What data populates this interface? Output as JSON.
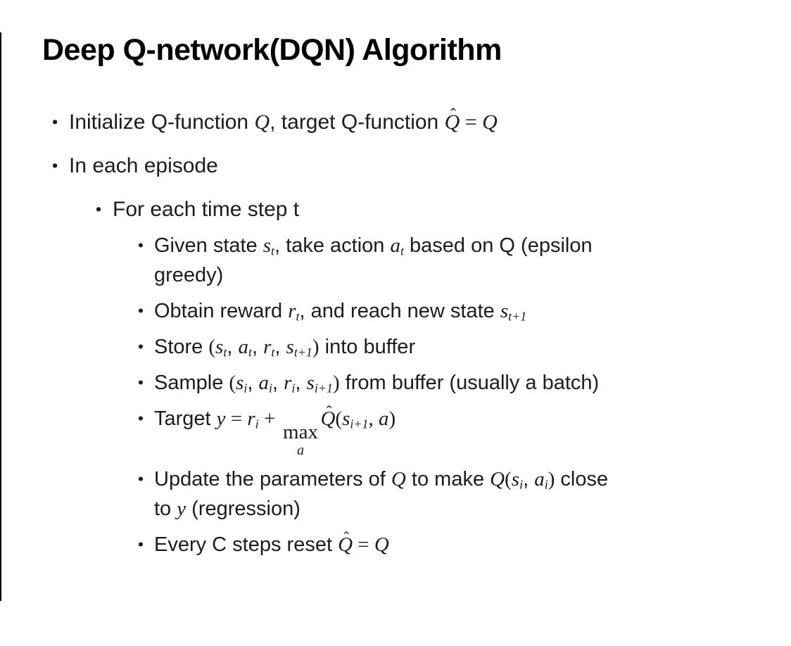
{
  "colors": {
    "background": "#ffffff",
    "text": "#1c1c1c",
    "title": "#000000",
    "edge": "#000000"
  },
  "slide": {
    "title": "Deep Q-network(DQN) Algorithm",
    "bullet_marker": "•",
    "bullets": [
      {
        "level": 1,
        "segments": [
          {
            "k": "t",
            "v": "Initialize Q-function "
          },
          {
            "k": "m",
            "v": "Q"
          },
          {
            "k": "t",
            "v": ", target Q-function "
          },
          {
            "k": "hat",
            "v": "Q"
          },
          {
            "k": "mo",
            "v": " = "
          },
          {
            "k": "m",
            "v": "Q"
          }
        ]
      },
      {
        "level": 1,
        "segments": [
          {
            "k": "t",
            "v": "In each episode"
          }
        ]
      },
      {
        "level": 2,
        "segments": [
          {
            "k": "t",
            "v": "For each time step t"
          }
        ]
      },
      {
        "level": 3,
        "segments": [
          {
            "k": "t",
            "v": "Given state "
          },
          {
            "k": "msub",
            "b": "s",
            "s": "t"
          },
          {
            "k": "t",
            "v": ", take action "
          },
          {
            "k": "msub",
            "b": "a",
            "s": "t"
          },
          {
            "k": "t",
            "v": " based on Q (epsilon"
          },
          {
            "k": "br"
          },
          {
            "k": "t",
            "v": "greedy)"
          }
        ]
      },
      {
        "level": 3,
        "segments": [
          {
            "k": "t",
            "v": "Obtain reward "
          },
          {
            "k": "msub",
            "b": "r",
            "s": "t"
          },
          {
            "k": "t",
            "v": ", and reach new state "
          },
          {
            "k": "msub",
            "b": "s",
            "s": "t+1"
          }
        ]
      },
      {
        "level": 3,
        "segments": [
          {
            "k": "t",
            "v": "Store "
          },
          {
            "k": "mo",
            "v": "("
          },
          {
            "k": "msub",
            "b": "s",
            "s": "t"
          },
          {
            "k": "t",
            "v": ", "
          },
          {
            "k": "msub",
            "b": "a",
            "s": "t"
          },
          {
            "k": "t",
            "v": ", "
          },
          {
            "k": "msub",
            "b": "r",
            "s": "t"
          },
          {
            "k": "t",
            "v": ", "
          },
          {
            "k": "msub",
            "b": "s",
            "s": "t+1"
          },
          {
            "k": "mo",
            "v": ")"
          },
          {
            "k": "t",
            "v": " into buffer"
          }
        ]
      },
      {
        "level": 3,
        "segments": [
          {
            "k": "t",
            "v": "Sample "
          },
          {
            "k": "mo",
            "v": "("
          },
          {
            "k": "msub",
            "b": "s",
            "s": "i"
          },
          {
            "k": "t",
            "v": ", "
          },
          {
            "k": "msub",
            "b": "a",
            "s": "i"
          },
          {
            "k": "t",
            "v": ", "
          },
          {
            "k": "msub",
            "b": "r",
            "s": "i"
          },
          {
            "k": "t",
            "v": ", "
          },
          {
            "k": "msub",
            "b": "s",
            "s": "i+1"
          },
          {
            "k": "mo",
            "v": ")"
          },
          {
            "k": "t",
            "v": " from buffer (usually a batch)"
          }
        ]
      },
      {
        "level": 3,
        "segments": [
          {
            "k": "t",
            "v": "Target "
          },
          {
            "k": "m",
            "v": "y"
          },
          {
            "k": "mo",
            "v": " = "
          },
          {
            "k": "msub",
            "b": "r",
            "s": "i"
          },
          {
            "k": "mo",
            "v": " + "
          },
          {
            "k": "under",
            "v": "max",
            "u": "a"
          },
          {
            "k": "hat",
            "v": "Q"
          },
          {
            "k": "mo",
            "v": "("
          },
          {
            "k": "msub",
            "b": "s",
            "s": "i+1"
          },
          {
            "k": "mo",
            "v": ", "
          },
          {
            "k": "m",
            "v": "a"
          },
          {
            "k": "mo",
            "v": ")"
          }
        ]
      },
      {
        "level": 3,
        "segments": [
          {
            "k": "t",
            "v": "Update the parameters of "
          },
          {
            "k": "m",
            "v": "Q"
          },
          {
            "k": "t",
            "v": " to make "
          },
          {
            "k": "m",
            "v": "Q"
          },
          {
            "k": "mo",
            "v": "("
          },
          {
            "k": "msub",
            "b": "s",
            "s": "i"
          },
          {
            "k": "t",
            "v": ", "
          },
          {
            "k": "msub",
            "b": "a",
            "s": "i"
          },
          {
            "k": "mo",
            "v": ")"
          },
          {
            "k": "t",
            "v": " close"
          },
          {
            "k": "br"
          },
          {
            "k": "t",
            "v": "to "
          },
          {
            "k": "m",
            "v": "y"
          },
          {
            "k": "t",
            "v": " (regression)"
          }
        ]
      },
      {
        "level": 3,
        "segments": [
          {
            "k": "t",
            "v": "Every C steps reset "
          },
          {
            "k": "hat",
            "v": "Q"
          },
          {
            "k": "mo",
            "v": " = "
          },
          {
            "k": "m",
            "v": "Q"
          }
        ]
      }
    ]
  }
}
